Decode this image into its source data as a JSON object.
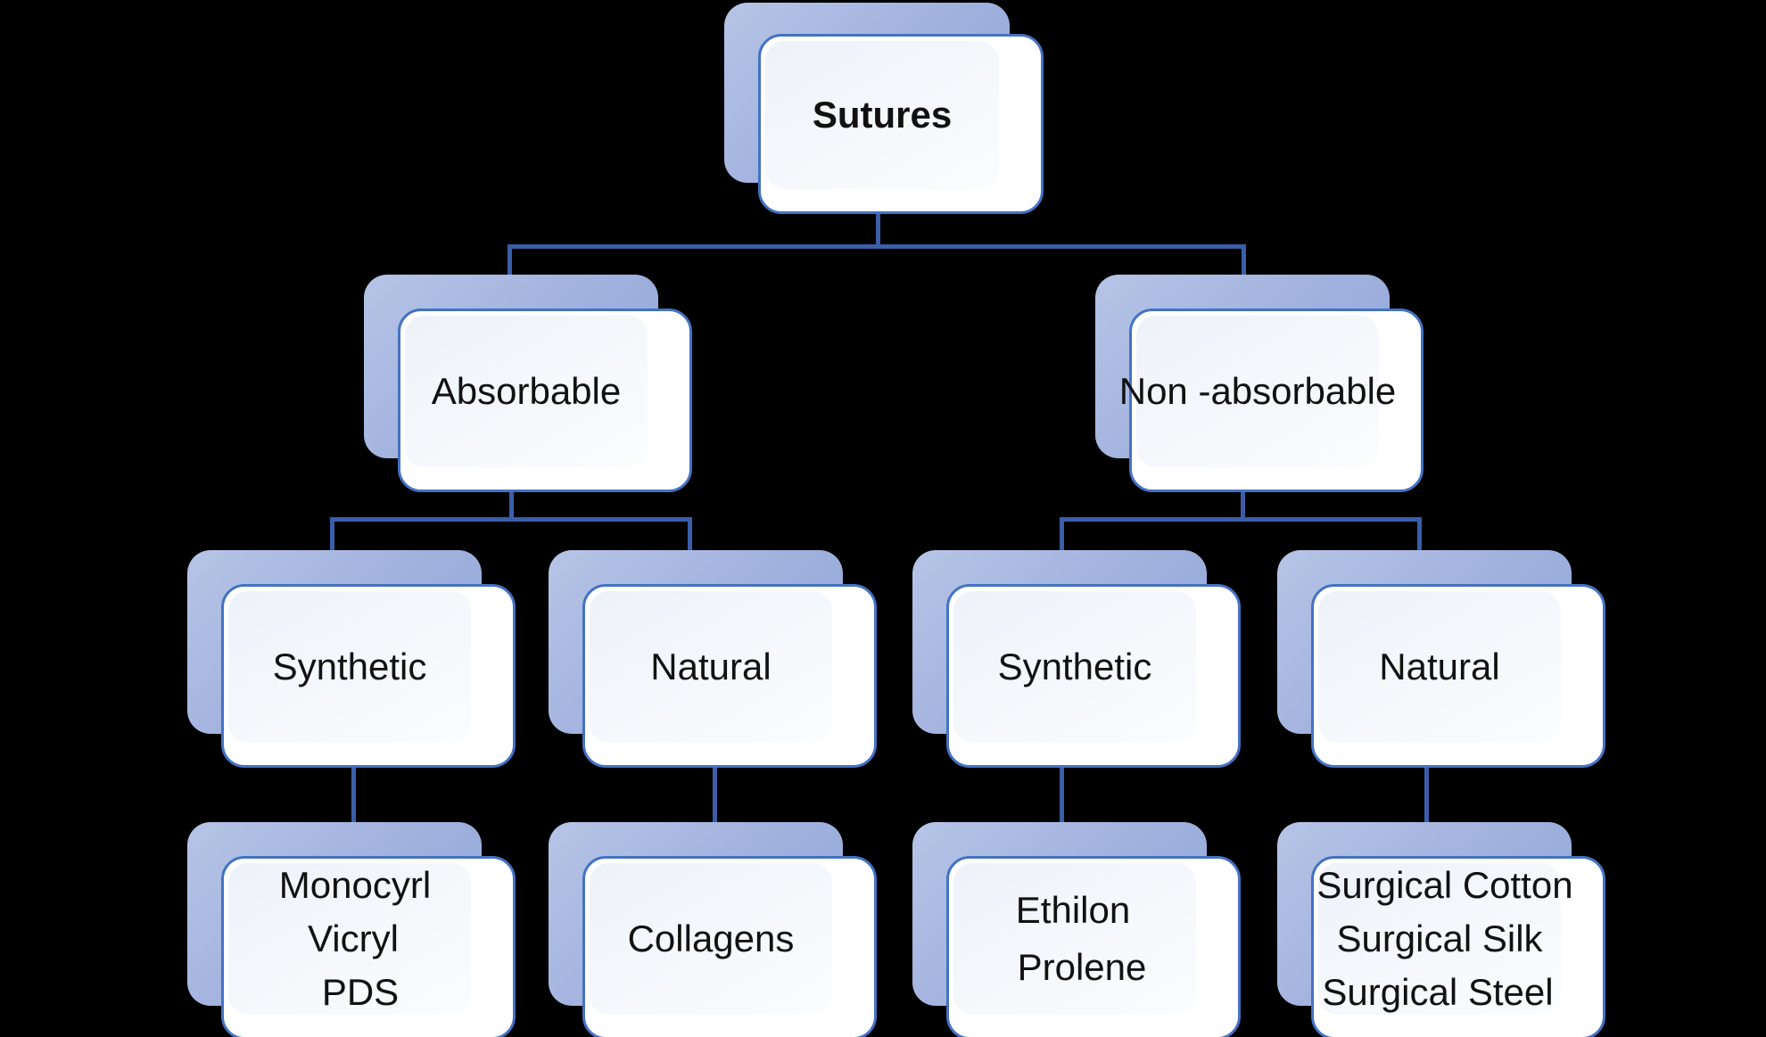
{
  "diagram": {
    "title": "Sutures classification tree",
    "background_color": "#000000",
    "node_fill_color": "#F4F7FB",
    "node_border_color": "#4472C4",
    "node_shadow_color": "#9FB0DD",
    "connector_color": "#3B5EA8",
    "text_color": "#111111"
  },
  "nodes": {
    "root": {
      "label": "Sutures",
      "bold": true
    },
    "level2": [
      {
        "label": "Absorbable",
        "bold": false
      },
      {
        "label": "Non -absorbable",
        "bold": false
      }
    ],
    "level3": [
      {
        "label": "Synthetic",
        "bold": false
      },
      {
        "label": "Natural",
        "bold": false
      },
      {
        "label": "Synthetic",
        "bold": false
      },
      {
        "label": "Natural",
        "bold": false
      }
    ],
    "level4": [
      {
        "lines": [
          "Monocyrl",
          "Vicryl",
          "PDS"
        ]
      },
      {
        "lines": [
          "Collagens"
        ]
      },
      {
        "lines": [
          "Ethilon",
          "Prolene"
        ]
      },
      {
        "lines": [
          "Surgical Cotton",
          "Surgical Silk",
          "Surgical Steel"
        ]
      }
    ]
  }
}
